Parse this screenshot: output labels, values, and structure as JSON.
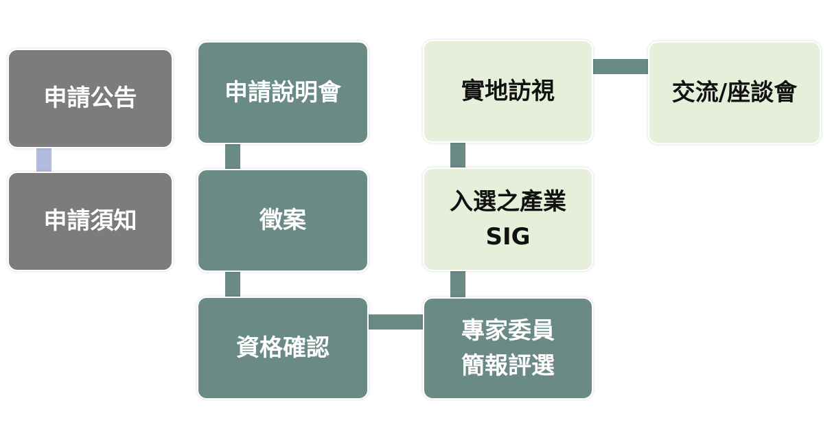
{
  "colors": {
    "grey_box": "#7c7c7c",
    "teal_box": "#6a8a85",
    "light_box": "#e6efd9",
    "connector_teal": "#6a8a85",
    "connector_lavender": "#b3bcde",
    "text_light": "#ffffff",
    "text_dark": "#111111"
  },
  "nodes": [
    {
      "id": "announcement",
      "lines": [
        "申請公告"
      ],
      "style": "grey"
    },
    {
      "id": "guidelines",
      "lines": [
        "申請須知"
      ],
      "style": "grey"
    },
    {
      "id": "briefing",
      "lines": [
        "申請說明會"
      ],
      "style": "teal"
    },
    {
      "id": "call-for-proposals",
      "lines": [
        "徵案"
      ],
      "style": "teal"
    },
    {
      "id": "eligibility-check",
      "lines": [
        "資格確認"
      ],
      "style": "teal"
    },
    {
      "id": "expert-review",
      "lines": [
        "專家委員",
        "簡報評選"
      ],
      "style": "teal"
    },
    {
      "id": "selected-sig",
      "lines": [
        "入選之產業",
        "SIG"
      ],
      "style": "light"
    },
    {
      "id": "site-visit",
      "lines": [
        "實地訪視"
      ],
      "style": "light"
    },
    {
      "id": "forum",
      "lines": [
        "交流/座談會"
      ],
      "style": "light"
    }
  ],
  "edges": [
    {
      "from": "announcement",
      "to": "guidelines",
      "color": "lavender"
    },
    {
      "from": "briefing",
      "to": "call-for-proposals",
      "color": "teal"
    },
    {
      "from": "call-for-proposals",
      "to": "eligibility-check",
      "color": "teal"
    },
    {
      "from": "eligibility-check",
      "to": "expert-review",
      "color": "teal"
    },
    {
      "from": "expert-review",
      "to": "selected-sig",
      "color": "teal"
    },
    {
      "from": "selected-sig",
      "to": "site-visit",
      "color": "teal"
    },
    {
      "from": "site-visit",
      "to": "forum",
      "color": "teal"
    }
  ]
}
